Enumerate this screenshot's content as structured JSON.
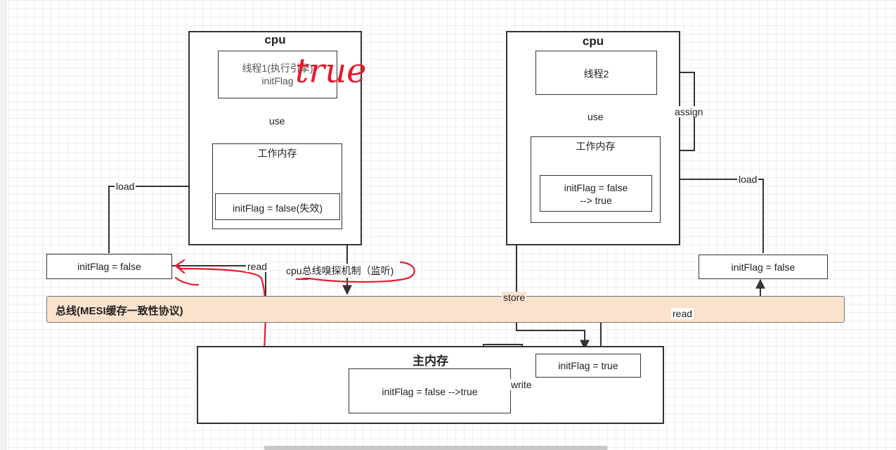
{
  "cpu_left": {
    "title": "cpu",
    "thread_label": "线程1(执行引擎)",
    "thread_var": "initFlag",
    "use_label": "use",
    "work_mem_title": "工作内存",
    "work_mem_value": "initFlag = false(失效)"
  },
  "cpu_right": {
    "title": "cpu",
    "thread_label": "线程2",
    "use_label": "use",
    "assign_label": "assign",
    "work_mem_title": "工作内存",
    "work_mem_value_line1": "initFlag = false",
    "work_mem_value_line2": "--> true"
  },
  "left_var": "initFlag = false",
  "right_var": "initFlag = false",
  "load_left": "load",
  "load_right": "load",
  "read_left": "read",
  "read_right": "read",
  "store_label": "store",
  "write_label": "write",
  "sniff_label": "cpu总线嗅探机制（监听)",
  "bus_label": "总线(MESI缓存一致性协议)",
  "main_memory": {
    "title": "主内存",
    "value": "initFlag = false -->true",
    "incoming_value": "initFlag = true"
  },
  "annotation": "true",
  "colors": {
    "bus_fill": "#fbe2cc",
    "annotation_red": "#e8192c",
    "line": "#333333"
  }
}
